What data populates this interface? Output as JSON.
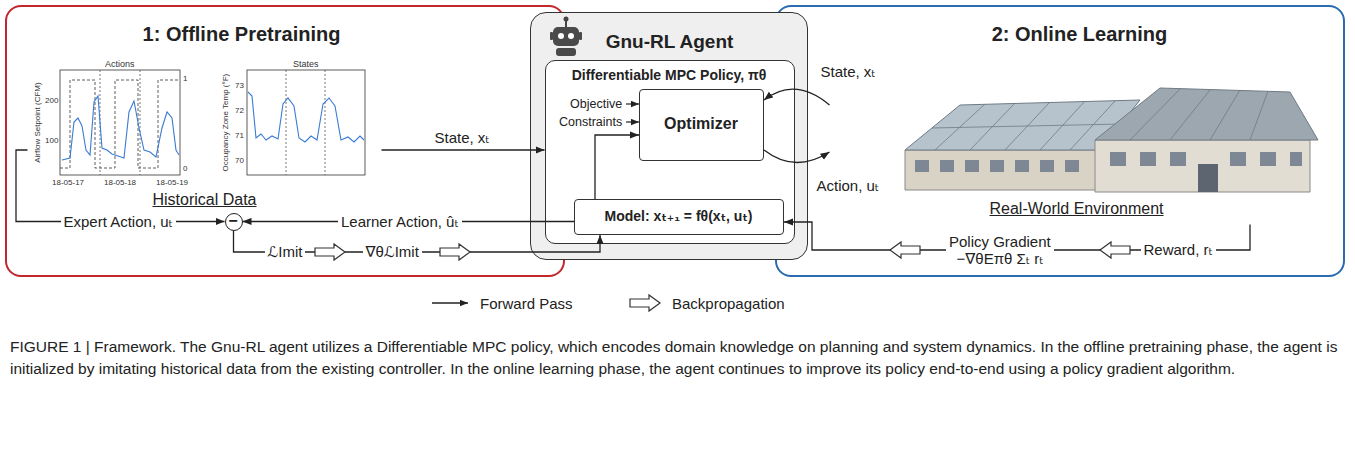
{
  "diagram": {
    "caption": "FIGURE 1 | Framework. The Gnu-RL agent utilizes a Differentiable MPC policy, which encodes domain knowledge on planning and system dynamics. In the offline pretraining phase, the agent is initialized by imitating historical data from the existing controller. In the online learning phase, the agent continues to improve its policy end-to-end using a policy gradient algorithm.",
    "nodes": [
      {
        "text": [
          "1: Offline Pretraining"
        ]
      },
      {
        "text": [
          "Historical Data"
        ],
        "in": 0
      },
      {
        "text": [
          "−"
        ],
        "in": 0
      },
      {
        "text": [
          "Gnu-RL Agent"
        ]
      },
      {
        "text": [
          "Differentiable MPC Policy, πθ"
        ],
        "in": 3
      },
      {
        "text": [
          "Optimizer"
        ],
        "in": 4
      },
      {
        "text": [
          "Model: xₜ₊₁ = fθ(xₜ, uₜ)"
        ],
        "in": 4
      },
      {
        "text": [
          "2: Online Learning"
        ]
      },
      {
        "text": [
          "Real-World Environment"
        ],
        "in": 7
      }
    ],
    "edges": [
      {
        "from": 1,
        "to": 4,
        "arrow": "to",
        "label": "State, xₜ"
      },
      {
        "from": 8,
        "to": 5,
        "arrow": "to",
        "label": "State, xₜ"
      },
      {
        "from": 5,
        "to": 8,
        "arrow": "to",
        "label": "Action, uₜ"
      },
      {
        "from": 8,
        "to": 6,
        "arrow": "to",
        "label": "Reward, rₜ"
      },
      {
        "from": 1,
        "to": 2,
        "arrow": "to",
        "label": "Expert Action, uₜ"
      },
      {
        "from": 6,
        "to": 2,
        "arrow": "to",
        "label": "Learner Action, ûₜ"
      },
      {
        "from": 2,
        "to": 6,
        "arrow": "to"
      },
      {
        "from": 6,
        "to": 5,
        "arrow": "to"
      }
    ],
    "labels": [
      "Actions",
      "States",
      "Airflow Setpoint (CFM)",
      "Occupancy Zone Temp (°F)",
      "200",
      "100",
      "1",
      "0",
      "73",
      "72",
      "71",
      "70",
      "18-05-17",
      "18-05-18",
      "18-05-19",
      "Objective",
      "Constraints",
      "ℒImit",
      "∇θℒImit",
      "Policy Gradient",
      "−∇θEπθ Σₜ rₜ"
    ],
    "legend": [
      {
        "text": "Forward Pass"
      },
      {
        "text": "Backpropagation"
      }
    ]
  }
}
